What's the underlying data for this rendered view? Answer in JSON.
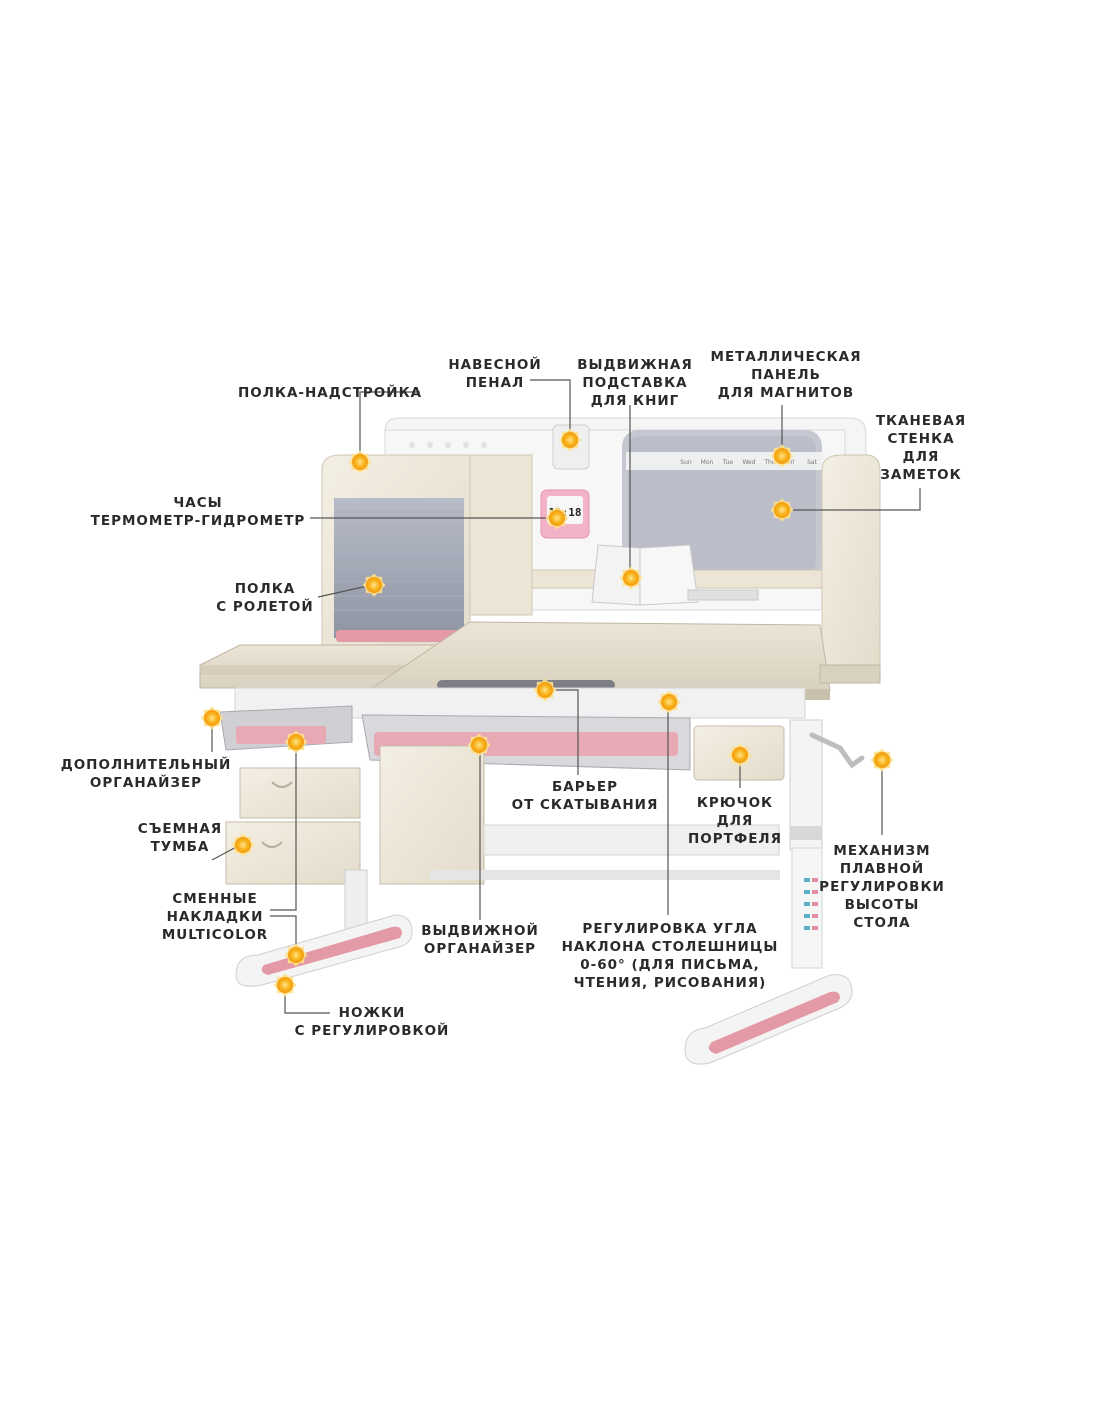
{
  "labels": {
    "shelf_superstructure": "ПОЛКА-НАДСТРОЙКА",
    "hanging_pencil_case": "НАВЕСНОЙ\nПЕНАЛ",
    "book_stand": "ВЫДВИЖНАЯ\nПОДСТАВКА\nДЛЯ КНИГ",
    "metal_panel": "МЕТАЛЛИЧЕСКАЯ\nПАНЕЛЬ\nДЛЯ МАГНИТОВ",
    "fabric_wall": "ТКАНЕВАЯ\nСТЕНКА\nДЛЯ\nЗАМЕТОК",
    "clock": "ЧАСЫ\nТЕРМОМЕТР-ГИДРОМЕТР",
    "roller_shelf": "ПОЛКА\nС РОЛЕТОЙ",
    "extra_organizer": "ДОПОЛНИТЕЛЬНЫЙ\nОРГАНАЙЗЕР",
    "removable_pedestal": "СЪЕМНАЯ\nТУМБА",
    "multicolor_covers": "СМЕННЫЕ\nНАКЛАДКИ\nMULTICOLOR",
    "adjustable_legs": "НОЖКИ\nС РЕГУЛИРОВКОЙ",
    "pull_out_organizer": "ВЫДВИЖНОЙ\nОРГАНАЙЗЕР",
    "anti_roll_barrier": "БАРЬЕР\nОТ СКАТЫВАНИЯ",
    "bag_hook": "КРЮЧОК\nДЛЯ\nПОРТФЕЛЯ",
    "tilt_adjustment": "РЕГУЛИРОВКА УГЛА\nНАКЛОНА СТОЛЕШНИЦЫ\n0-60° (ДЛЯ ПИСЬМА,\nЧТЕНИЯ, РИСОВАНИЯ)",
    "height_mechanism": "МЕХАНИЗМ\nПЛАВНОЙ\nРЕГУЛИРОВКИ\nВЫСОТЫ\nСТОЛА"
  },
  "panel_days": [
    "Sun",
    "Mon",
    "Tue",
    "Wed",
    "Thu",
    "Fri",
    "Sat"
  ],
  "clock_digits": "11:18",
  "colors": {
    "marker": "#f7b21a",
    "marker_ring": "#ffe08a",
    "line": "#555555",
    "accent_pink": "#e49aa6",
    "wood": "#efe9dc",
    "felt": "#bfc3cc"
  }
}
